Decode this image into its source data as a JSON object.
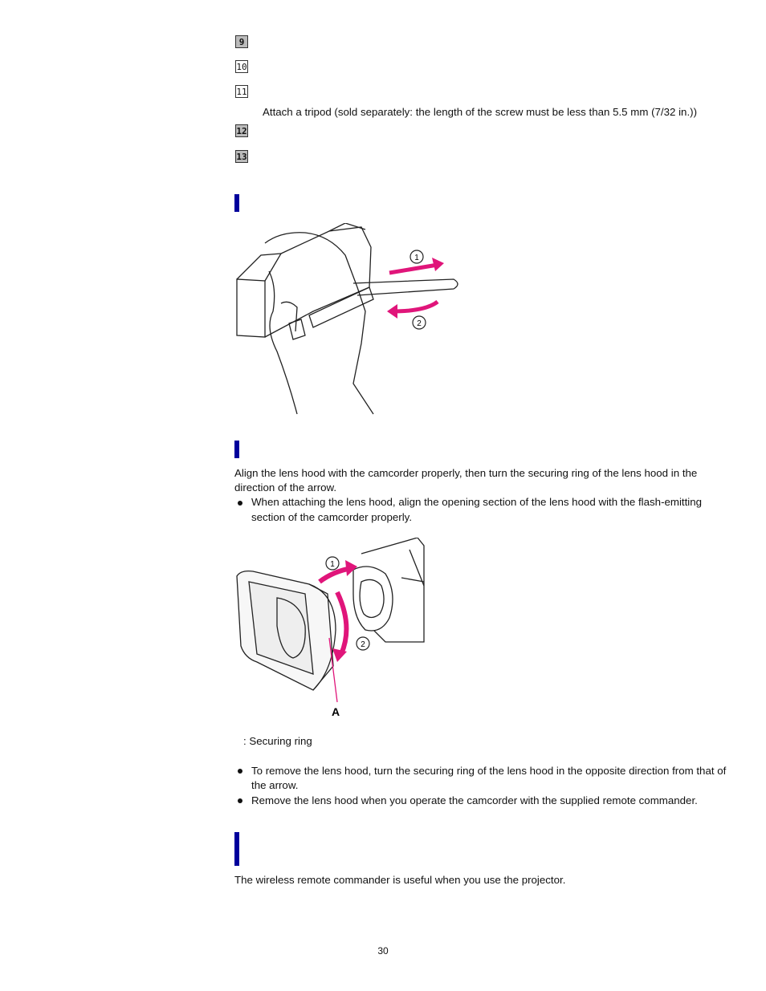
{
  "numbered_items": [
    {
      "label": "9",
      "style": "filled"
    },
    {
      "label": "10",
      "style": "outline"
    },
    {
      "label": "11",
      "style": "outline"
    },
    {
      "label": "12",
      "style": "filled"
    },
    {
      "label": "13",
      "style": "filled"
    }
  ],
  "tripod_note": "Attach a tripod (sold separately: the length of the screw must be less than 5.5 mm (7/32 in.))",
  "lens_hood": {
    "intro_line1": "Align the lens hood with the camcorder properly, then turn the securing ring of the lens hood in the",
    "intro_line2": "direction of the arrow.",
    "bullet1_line1": "When attaching the lens hood, align the opening section of the lens hood with the flash-emitting",
    "bullet1_line2": "section of the camcorder properly.",
    "figure_label_a": "A",
    "step1": "1",
    "step2": "2",
    "caption": ": Securing ring",
    "bullet2_line1": "To remove the lens hood, turn the securing ring of the lens hood in the opposite direction from that of",
    "bullet2_line2": "the arrow.",
    "bullet3": "Remove the lens hood when you operate the camcorder with the supplied remote commander."
  },
  "grip_figure": {
    "step1": "1",
    "step2": "2"
  },
  "remote": {
    "text": "The wireless remote commander is useful when you use the projector."
  },
  "page_number": "30",
  "colors": {
    "accent_bar": "#00009c",
    "arrow": "#e0157a"
  }
}
